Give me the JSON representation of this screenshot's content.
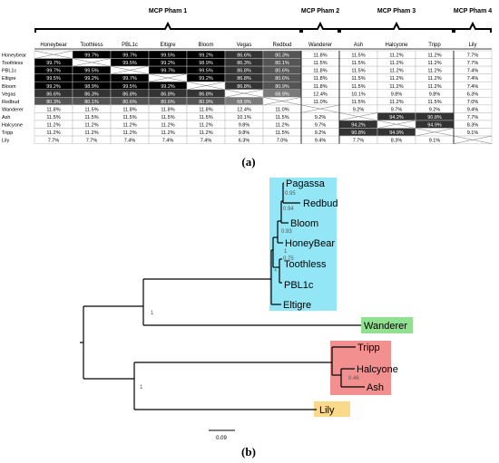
{
  "panel_a": {
    "label": "(a)",
    "groups": [
      {
        "name": "MCP Pham 1",
        "start": 0,
        "end": 6
      },
      {
        "name": "MCP Pham 2",
        "start": 7,
        "end": 7
      },
      {
        "name": "MCP Pham 3",
        "start": 8,
        "end": 10
      },
      {
        "name": "MCP Pham 4",
        "start": 11,
        "end": 11
      }
    ],
    "columns": [
      "Honeybear",
      "Toothless",
      "PBL1c",
      "Eltigre",
      "Bloom",
      "Vegas",
      "Redbud",
      "Wanderer",
      "Ash",
      "Halcyone",
      "Tripp",
      "Lily"
    ],
    "rows": [
      "Honeybear",
      "Toothless",
      "PBL1c",
      "Eltigre",
      "Bloom",
      "Vegas",
      "Redbud",
      "Wanderer",
      "Ash",
      "Halcyone",
      "Tripp",
      "Lily"
    ],
    "cells": [
      [
        "",
        "99.7%",
        "99.7%",
        "99.5%",
        "99.2%",
        "86.6%",
        "80.3%",
        "11.8%",
        "11.5%",
        "11.2%",
        "11.2%",
        "7.7%"
      ],
      [
        "99.7%",
        "",
        "99.5%",
        "99.2%",
        "98.9%",
        "86.3%",
        "80.1%",
        "11.5%",
        "11.5%",
        "11.2%",
        "11.2%",
        "7.7%"
      ],
      [
        "99.7%",
        "99.5%",
        "",
        "99.7%",
        "99.5%",
        "86.8%",
        "80.6%",
        "11.8%",
        "11.5%",
        "11.2%",
        "11.2%",
        "7.4%"
      ],
      [
        "99.5%",
        "99.2%",
        "99.7%",
        "",
        "99.2%",
        "86.8%",
        "80.6%",
        "11.8%",
        "11.5%",
        "11.2%",
        "11.2%",
        "7.4%"
      ],
      [
        "99.2%",
        "98.9%",
        "99.5%",
        "99.2%",
        "",
        "86.8%",
        "80.9%",
        "11.8%",
        "11.5%",
        "11.2%",
        "11.2%",
        "7.4%"
      ],
      [
        "86.6%",
        "86.3%",
        "86.8%",
        "86.8%",
        "86.8%",
        "",
        "68.9%",
        "12.4%",
        "10.1%",
        "9.8%",
        "9.8%",
        "6.3%"
      ],
      [
        "80.3%",
        "80.1%",
        "80.6%",
        "80.6%",
        "80.9%",
        "68.9%",
        "",
        "11.0%",
        "11.5%",
        "11.2%",
        "11.5%",
        "7.0%"
      ],
      [
        "11.8%",
        "11.5%",
        "11.8%",
        "11.8%",
        "11.8%",
        "12.4%",
        "11.0%",
        "",
        "9.2%",
        "9.7%",
        "9.2%",
        "9.4%"
      ],
      [
        "11.5%",
        "11.5%",
        "11.5%",
        "11.5%",
        "11.5%",
        "10.1%",
        "11.5%",
        "9.2%",
        "",
        "94.2%",
        "90.8%",
        "7.7%"
      ],
      [
        "11.2%",
        "11.2%",
        "11.2%",
        "11.2%",
        "11.2%",
        "9.8%",
        "11.2%",
        "9.7%",
        "94.2%",
        "",
        "94.9%",
        "8.3%"
      ],
      [
        "11.2%",
        "11.2%",
        "11.2%",
        "11.2%",
        "11.2%",
        "9.8%",
        "11.5%",
        "9.2%",
        "90.8%",
        "94.9%",
        "",
        "9.1%"
      ],
      [
        "7.7%",
        "7.7%",
        "7.4%",
        "7.4%",
        "7.4%",
        "6.3%",
        "7.0%",
        "9.4%",
        "7.7%",
        "8.3%",
        "9.1%",
        ""
      ]
    ]
  },
  "panel_b": {
    "label": "(b)",
    "scale_bar_label": "0.09",
    "tree_labels": [
      {
        "id": "pagassa",
        "text": "Pagassa"
      },
      {
        "id": "redbud",
        "text": "Redbud"
      },
      {
        "id": "bloom",
        "text": "Bloom"
      },
      {
        "id": "honeybear",
        "text": "HoneyBear"
      },
      {
        "id": "toothless",
        "text": "Toothless"
      },
      {
        "id": "pbl1c",
        "text": "PBL1c"
      },
      {
        "id": "eltigre",
        "text": "Eltigre"
      },
      {
        "id": "wanderer",
        "text": "Wanderer"
      },
      {
        "id": "tripp",
        "text": "Tripp"
      },
      {
        "id": "halcyone",
        "text": "Halcyone"
      },
      {
        "id": "ash",
        "text": "Ash"
      },
      {
        "id": "lily",
        "text": "Lily"
      }
    ],
    "support_values": [
      "0.95",
      "0.94",
      "0.93",
      "1",
      "0.75",
      "1",
      "1",
      "1",
      "0.46"
    ],
    "colors": {
      "pham1_box": "#93e6f6",
      "pham2_box": "#8fe08f",
      "pham3_box": "#f28f8f",
      "pham4_box": "#fbd98a"
    }
  }
}
